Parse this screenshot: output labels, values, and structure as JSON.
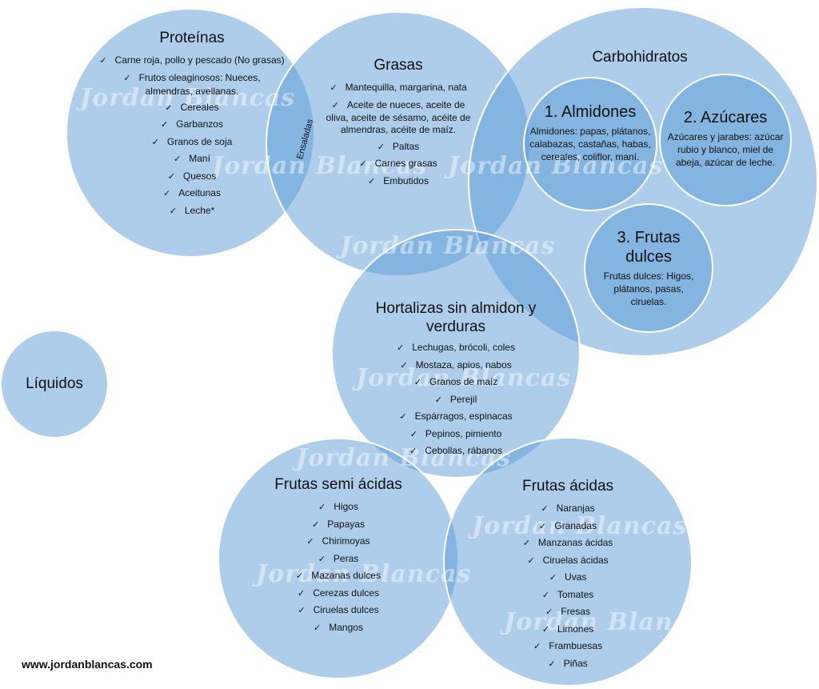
{
  "colors": {
    "circle_fill": "#5b9bd5",
    "circle_stroke": "#ffffff"
  },
  "watermark": "Jordan Blancas",
  "footer": "www.jordanblancas.com",
  "overlap_label": "Ensaladas",
  "proteinas": {
    "title": "Proteínas",
    "items": [
      "Carne roja, pollo y pescado (No grasas)",
      "Frutos oleaginosos: Nueces, almendras, avellanas.",
      "Cereales",
      "Garbanzos",
      "Granos de soja",
      "Maní",
      "Quesos",
      "Aceitunas",
      "Leche*"
    ]
  },
  "grasas": {
    "title": "Grasas",
    "items": [
      "Mantequilla, margarina, nata",
      "Aceite de nueces, aceite de oliva, aceite de sésamo, acéite de almendras, acéite de maíz.",
      "Paltas",
      "Carnes grasas",
      "Embutidos"
    ]
  },
  "carbohidratos": {
    "title": "Carbohidratos",
    "almidones": {
      "title": "1. Almidones",
      "desc": "Almidones: papas, plátanos, calabazas, castañas, habas, cereales, coliflor, maní."
    },
    "azucares": {
      "title": "2. Azúcares",
      "desc": "Azúcares y jarabes: azúcar rubio y blanco, miel de abeja, azúcar de leche."
    },
    "frutas_dulces": {
      "title": "3. Frutas dulces",
      "desc": "Frutas dulces: Higos, plátanos, pasas, ciruelas."
    }
  },
  "hortalizas": {
    "title": "Hortalizas sin almidon y verduras",
    "items": [
      "Lechugas, brócoli, coles",
      "Mostaza, apios, nabos",
      "Granos de maíz",
      "Perejil",
      "Espárragos, espinacas",
      "Pepinos, pimiento",
      "Cebollas, rábanos"
    ]
  },
  "liquidos": {
    "title": "Líquidos"
  },
  "semi_acidas": {
    "title": "Frutas semi ácidas",
    "items": [
      "Higos",
      "Papayas",
      "Chirimoyas",
      "Peras",
      "Mazanas dulces",
      "Cerezas dulces",
      "Ciruelas dulces",
      "Mangos"
    ]
  },
  "acidas": {
    "title": "Frutas ácidas",
    "items": [
      "Naranjas",
      "Granadas",
      "Manzanas ácidas",
      "Ciruelas ácidas",
      "Uvas",
      "Tomates",
      "Fresas",
      "Limones",
      "Frambuesas",
      "Piñas"
    ]
  }
}
